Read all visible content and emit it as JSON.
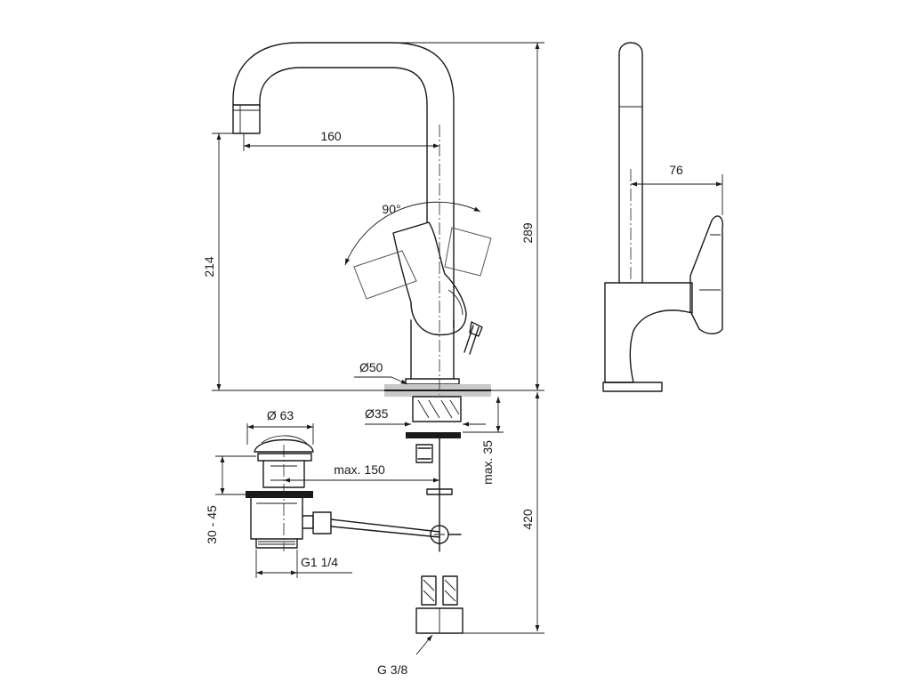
{
  "labels": {
    "reach": "160",
    "spout_height": "214",
    "total_height": "289",
    "side_reach": "76",
    "lever_angle": "90°",
    "base_diameter": "Ø50",
    "hole_diameter": "Ø35",
    "max_thickness": "max. 35",
    "hose_length": "420",
    "waste_diameter": "Ø 63",
    "rod_length": "max. 150",
    "waste_height": "30 - 45",
    "waste_thread": "G1 1/4",
    "connection_thread": "G 3/8"
  }
}
